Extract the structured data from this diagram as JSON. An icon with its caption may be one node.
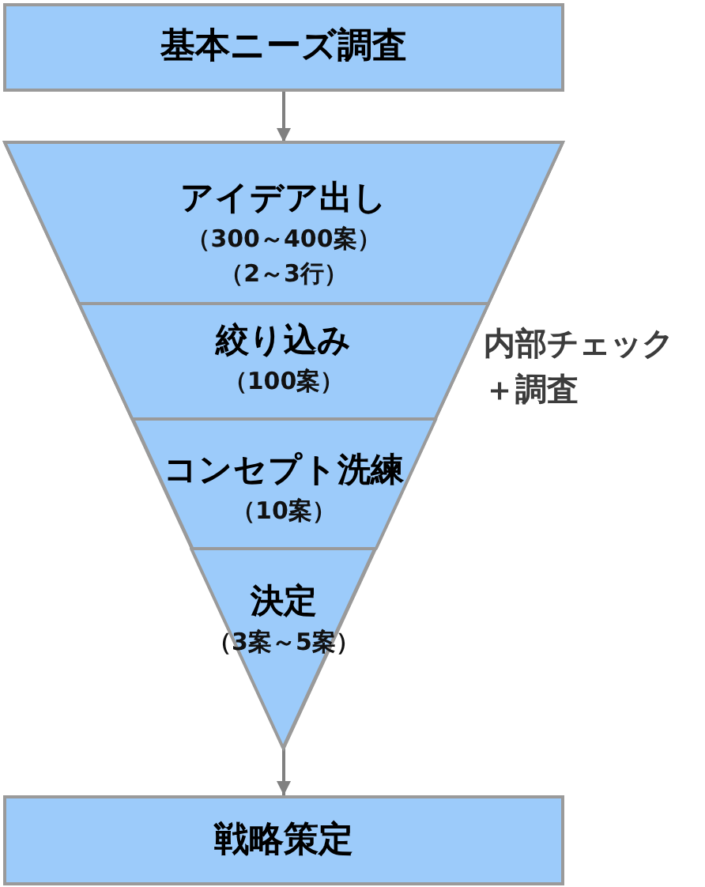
{
  "diagram": {
    "nodes": [
      {
        "text": [
          "基本ニーズ調査"
        ]
      },
      {
        "text": [],
        "shape": "triangle"
      },
      {
        "text": [
          "アイデア出し",
          "（300～400案）",
          "（2～3行）"
        ],
        "in": 1
      },
      {
        "text": [
          "絞り込み",
          "（100案）"
        ],
        "in": 1
      },
      {
        "text": [
          "コンセプト洗練",
          "（10案）"
        ],
        "in": 1
      },
      {
        "text": [
          "決定",
          "（3案～5案）"
        ],
        "in": 1
      },
      {
        "text": [
          "戦略策定"
        ]
      }
    ],
    "edges": [
      {
        "from": 0,
        "to": 1,
        "arrow": "to"
      },
      {
        "from": 1,
        "to": 6,
        "arrow": "to"
      }
    ],
    "labels": [
      "内部チェック＋調査"
    ]
  }
}
